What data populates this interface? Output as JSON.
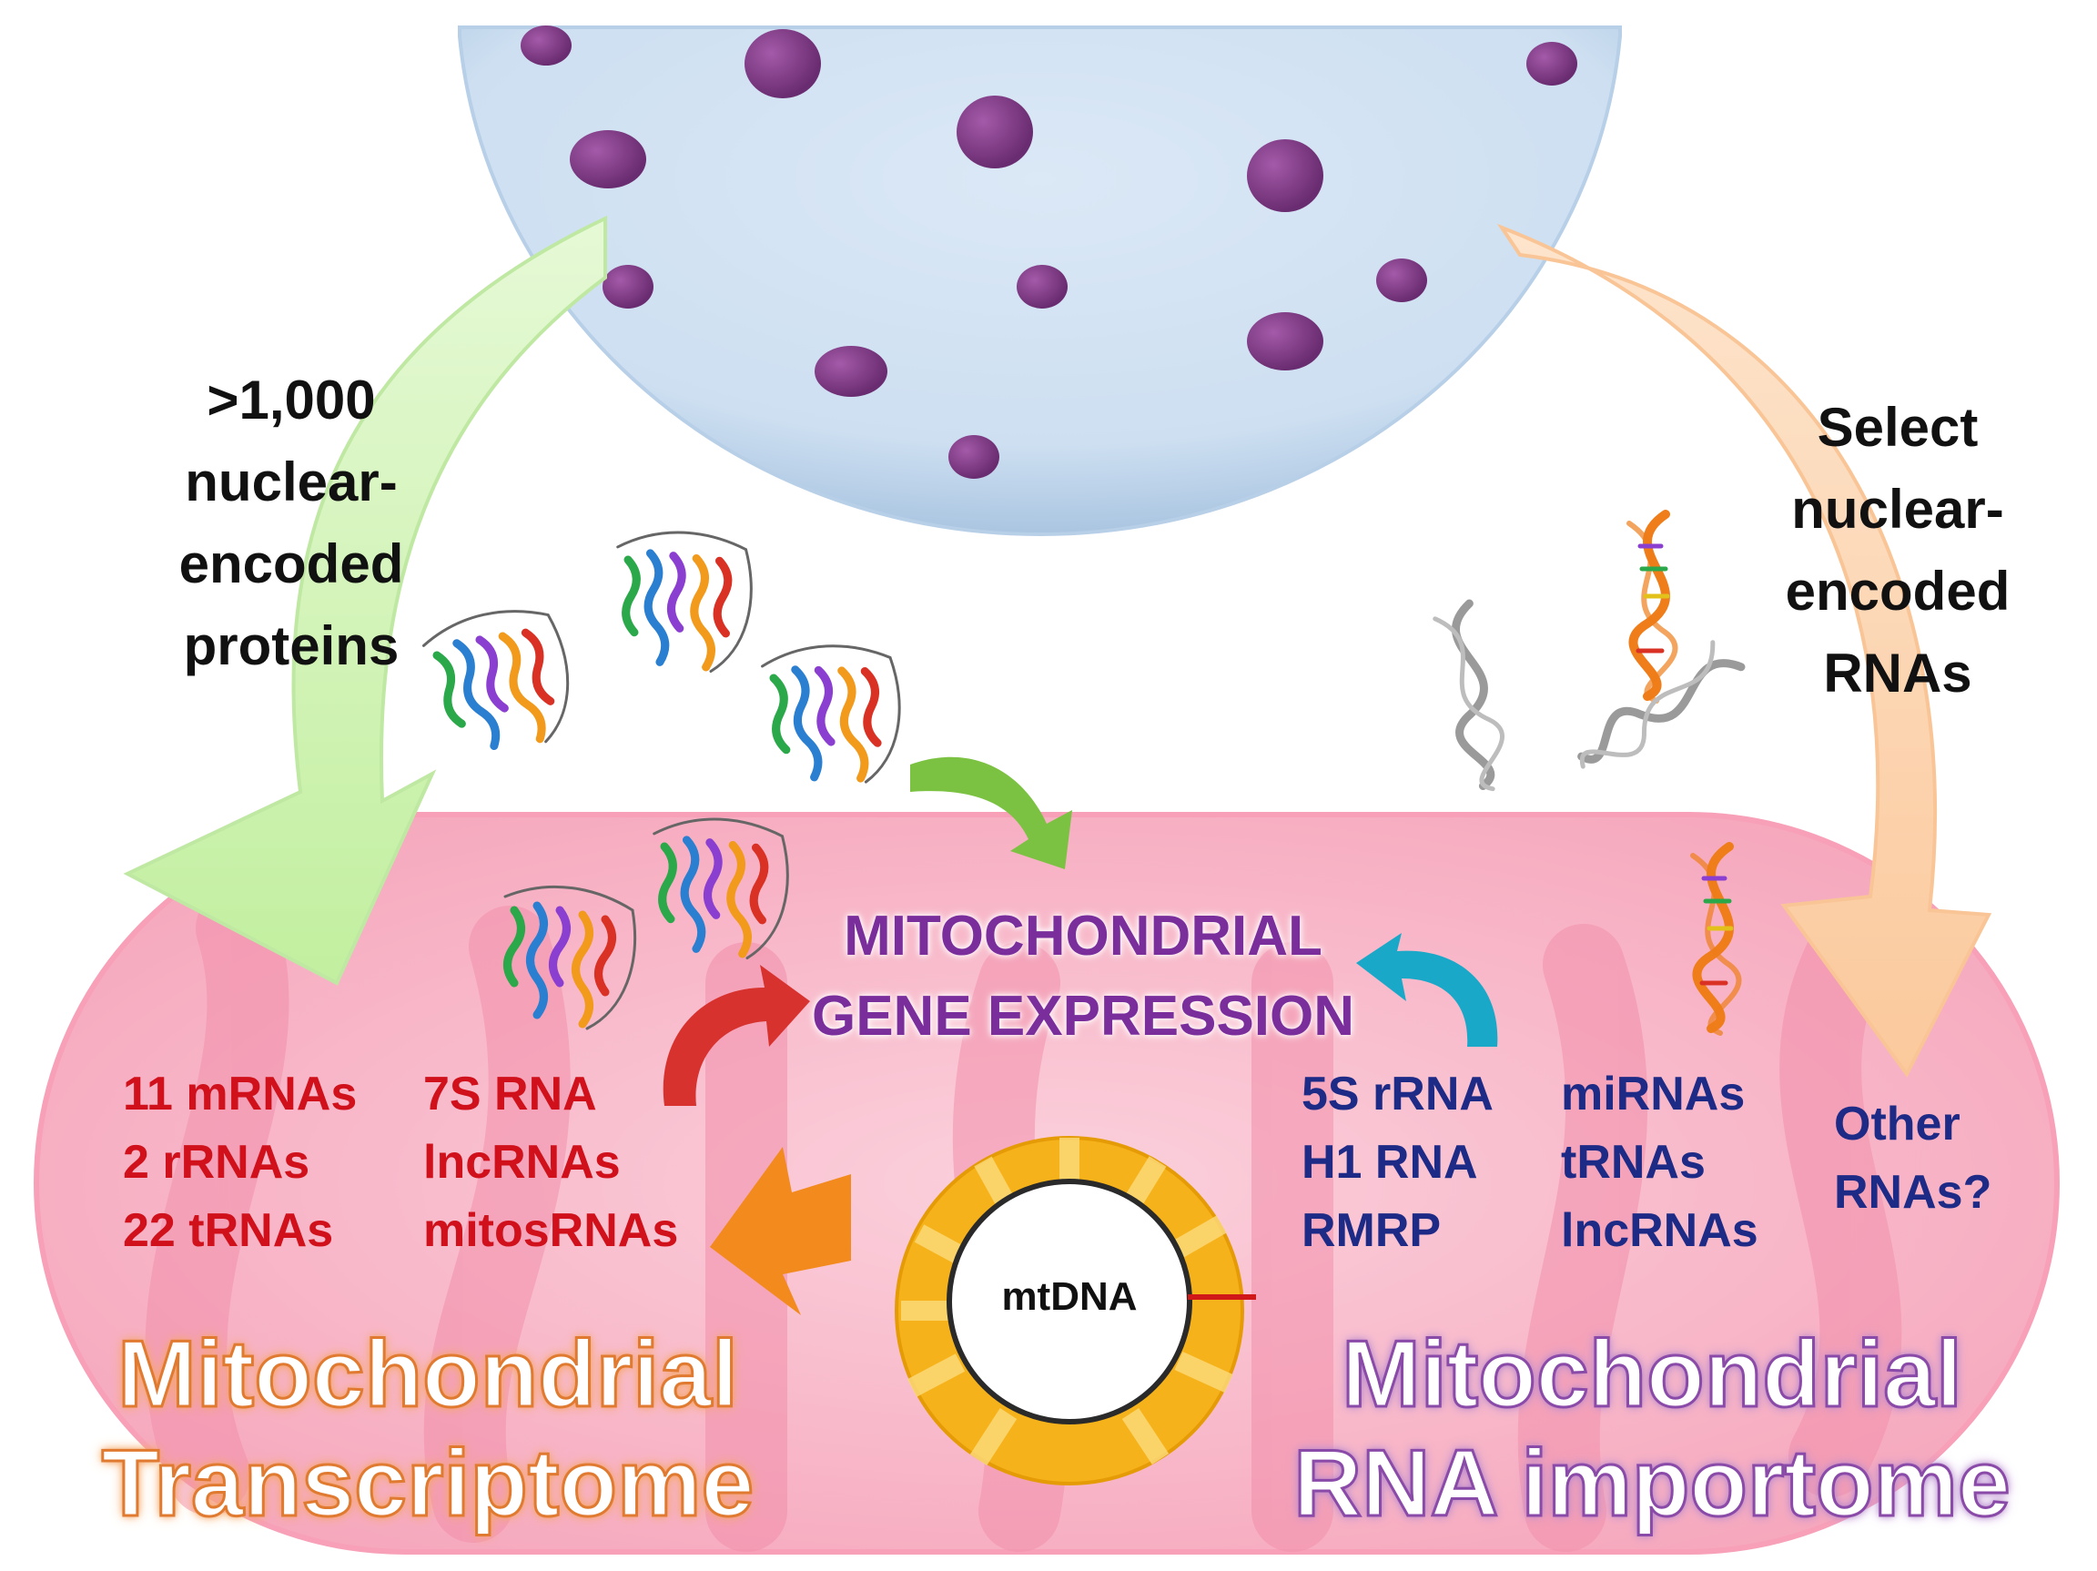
{
  "labels": {
    "nuclear_proteins": [
      ">1,000",
      "nuclear-",
      "encoded",
      "proteins"
    ],
    "nuclear_rnas": [
      "Select",
      "nuclear-",
      "encoded",
      "RNAs"
    ],
    "gene_expression": [
      "MITOCHONDRIAL",
      "GENE EXPRESSION"
    ],
    "mt_encoded_col1": [
      "11 mRNAs",
      "2 rRNAs",
      "22 tRNAs"
    ],
    "mt_encoded_col2": [
      "7S RNA",
      "lncRNAs",
      "mitosRNAs"
    ],
    "imported_col1": [
      "5S rRNA",
      "H1 RNA",
      "RMRP"
    ],
    "imported_col2": [
      "miRNAs",
      "tRNAs",
      "lncRNAs"
    ],
    "imported_col3": [
      "Other",
      "RNAs?"
    ],
    "mtdna": "mtDNA",
    "transcriptome": [
      "Mitochondrial",
      "Transcriptome"
    ],
    "importome": [
      "Mitochondrial",
      "RNA importome"
    ]
  },
  "icons": [
    "nucleus-icon",
    "chromatin-dot-icon",
    "protein-structure-icon",
    "rna-helix-icon",
    "mitochondrion-icon",
    "mtdna-circle-icon",
    "arrow-icon"
  ],
  "colors": {
    "nucleus_fill": "#cfe0f2",
    "nucleus_rim": "#aec7e2",
    "chromatin": "#7c3a82",
    "mito_fill": "#f7b8c8",
    "mito_cristae": "#f08aa5",
    "protein_arrow": "#c9f2ae",
    "rna_arrow": "#fbd3b0",
    "mtdna_ring": "#f6b21a",
    "mtdna_light": "#fad56a",
    "red_text": "#d0101a",
    "navy_text": "#1d2a86",
    "gene_text": "#7a2e9c"
  }
}
